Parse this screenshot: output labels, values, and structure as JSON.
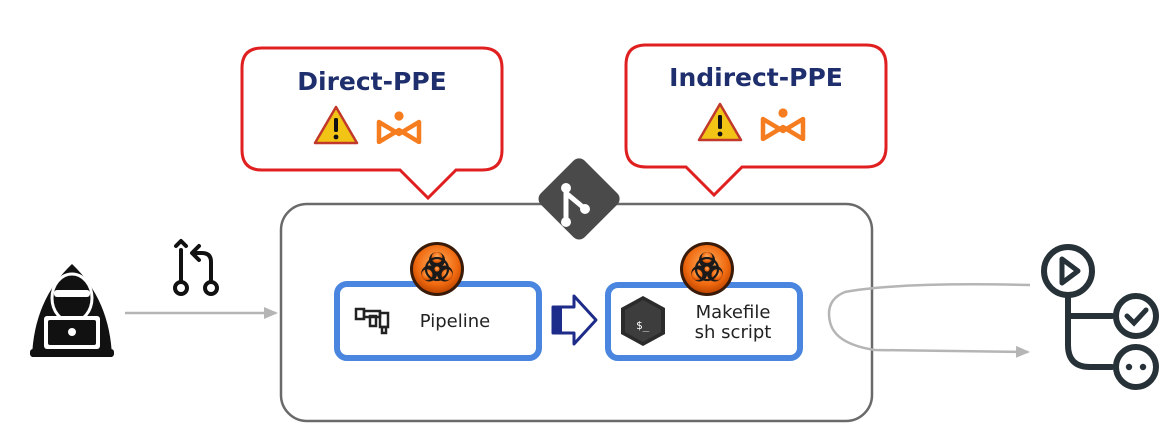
{
  "callouts": {
    "direct": {
      "title": "Direct-PPE",
      "icons": [
        "warning-icon",
        "poisoned-pipeline-icon"
      ]
    },
    "indirect": {
      "title": "Indirect-PPE",
      "icons": [
        "warning-icon",
        "poisoned-pipeline-icon"
      ]
    }
  },
  "actor": {
    "icon": "hacker-laptop-icon"
  },
  "pull_request": {
    "icon": "pull-request-icon"
  },
  "repository": {
    "icon": "git-logo-icon"
  },
  "nodes": {
    "pipeline": {
      "label": "Pipeline",
      "icon": "pipeline-pipes-icon",
      "badge": "biohazard-icon"
    },
    "script": {
      "label_line1": "Makefile",
      "label_line2": "sh script",
      "icon": "terminal-icon",
      "badge": "biohazard-icon"
    }
  },
  "workflow": {
    "icon": "github-actions-workflow-icon"
  },
  "colors": {
    "callout_border": "#e02020",
    "title": "#1f2f6e",
    "node_border": "#4a86e0",
    "arrow_gray": "#b5b5b5",
    "flow_arrow": "#1d2b8a",
    "git_logo": "#4a4a4a",
    "warning": "#f2c416",
    "orange": "#f57c1f"
  }
}
